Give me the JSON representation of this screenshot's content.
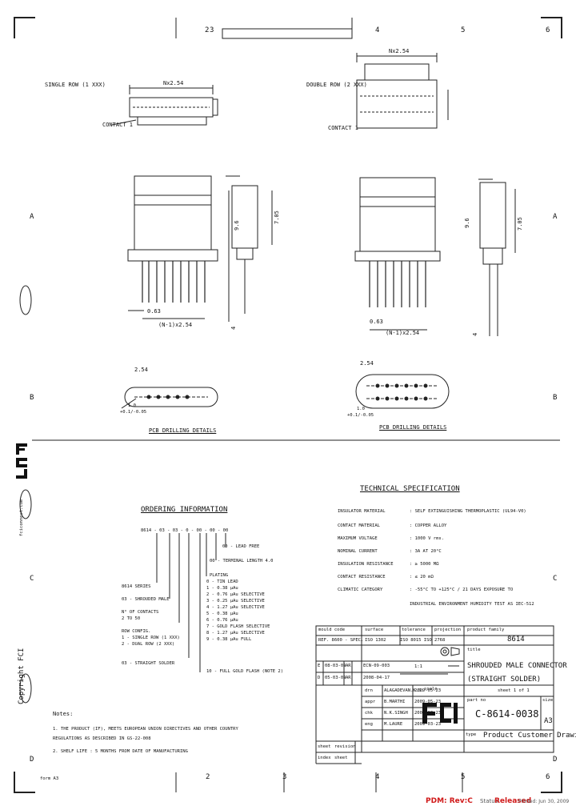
{
  "frame": {
    "top_numbers": [
      "2",
      "3",
      "4",
      "5",
      "6"
    ],
    "bottom_numbers": [
      "2",
      "3",
      "4",
      "5",
      "6"
    ],
    "left_letters": [
      "A",
      "B",
      "C",
      "D"
    ],
    "right_letters": [
      "A",
      "B",
      "C",
      "D"
    ],
    "vertical_brand": "fciconnect.com",
    "vertical_copyright": "Copyright FCI",
    "bottom_left_code": "form A3"
  },
  "drawing": {
    "single_row_label": "SINGLE ROW (1 XXX)",
    "double_row_label": "DOUBLE ROW (2 XXX)",
    "contact_1": "CONTACT 1",
    "dim_nx254": "Nx2.54",
    "dim_pitch": "(N-1)x2.54",
    "dim_063": "0.63",
    "dim_254": "2.54",
    "dim_height": "9.6",
    "dim_height2": "7.05",
    "dim_tail": "4",
    "pcb_label_1": "PCB DRILLING DETAILS",
    "pcb_label_2": "PCB DRILLING DETAILS",
    "hole_dim": "1.0",
    "hole_tol": "+0.1/-0.05"
  },
  "ordering": {
    "title": "ORDERING INFORMATION",
    "code": "8614 - 03 - 03 - 0 - 00 - 00 - 00",
    "items": [
      "8614 SERIES",
      "03 - SHROUDED MALE",
      "N° OF CONTACTS",
      "2 TO 50",
      "ROW CONFIG.",
      "1 - SINGLE ROW (1 XXX)",
      "2 - DUAL ROW (2 XXX)",
      "03 - STRAIGHT SOLDER"
    ],
    "plating_title": "PLATING",
    "plating": [
      "0 - TIN LEAD",
      "1 - 0.38 μAu",
      "2 - 0.76 μAu SELECTIVE",
      "3 - 0.25 μAu SELECTIVE",
      "4 - 1.27 μAu SELECTIVE",
      "5 - 0.38 μAu",
      "6 - 0.76 μAu",
      "7 - GOLD FLASH SELECTIVE",
      "8 - 1.27 μAu SELECTIVE",
      "9 - 0.38 μAu FULL",
      "10 - FULL GOLD FLASH (NOTE 2)"
    ],
    "lead_free": "00 - LEAD FREE",
    "terminal_length": "00 - TERMINAL LENGTH 4.0"
  },
  "tech_spec": {
    "title": "TECHNICAL SPECIFICATION",
    "rows": [
      {
        "label": "INSULATOR  MATERIAL",
        "value": ": SELF EXTINGUISHING THERMOPLASTIC (UL94-V0)"
      },
      {
        "label": "CONTACT  MATERIAL",
        "value": ": COPPER ALLOY"
      },
      {
        "label": "MAXIMUM VOLTAGE",
        "value": ": 1000 V rms."
      },
      {
        "label": "NOMINAL CURRENT",
        "value": ": 3A AT 20°C"
      },
      {
        "label": "INSULATION RESISTANCE",
        "value": ": ≥ 5000 MΩ"
      },
      {
        "label": "CONTACT  RESISTANCE",
        "value": ": ≤ 20 mΩ"
      },
      {
        "label": "CLIMATIC CATEGORY",
        "value": ": -55°C TO +125°C / 21 DAYS EXPOSURE TO"
      },
      {
        "label": "",
        "value": "INDUSTRIAL ENVIRONMENT HUMIDITY TEST AS IEC-512"
      }
    ]
  },
  "title_block": {
    "mould_code": "mould  code",
    "mould_value": "REF. 8600 - SPEC.",
    "surface": "surface",
    "surface_value": "ISO 1302",
    "tolerance": "tolerance",
    "tolerance_value": "ISO 8015 ISO 2768",
    "projection": "projection",
    "product_family_label": "product  family",
    "product_family": "8614",
    "title_label": "title",
    "title_line1": "SHROUDED MALE CONNECTOR",
    "title_line2": "(STRAIGHT SOLDER)",
    "scale_label": "scale",
    "part_no_label": "part  no",
    "part_no": "C-8614-0038",
    "sheet_label": "sheet  1  of  1",
    "size_label": "size",
    "size_value": "A3",
    "type_label": "type",
    "type_value": "Product  Customer  Drawing",
    "rev_rows": [
      {
        "rev": "E",
        "date": "08-03-09",
        "ecn": "AR",
        "desc": "ECN-09-003"
      },
      {
        "rev": "D",
        "date": "05-03-09",
        "ecn": "AR",
        "desc": "2008-04-17"
      }
    ],
    "sign_rows": [
      {
        "role": "drn",
        "name": "ALAGADEVAN.K.S.",
        "date": "2009-05-23"
      },
      {
        "role": "appr",
        "name": "B.MARTHI",
        "date": "2009-05-23"
      },
      {
        "role": "chk",
        "name": "N.K.SINGH",
        "date": "2009-03-23"
      },
      {
        "role": "eng",
        "name": "M.LAURE",
        "date": "2009-03-23"
      }
    ],
    "sheet_label2": "sheet",
    "revision_label": "revision",
    "index_label": "index",
    "sheet_label3": "sheet",
    "dim_label": "1:1"
  },
  "notes": {
    "title": "Notes:",
    "items": [
      "1. THE PRODUCT (IF), MEETS EUROPEAN UNION DIRECTIVES AND OTHER COUNTRY",
      "   REGULATIONS AS DESCRIBED IN GS-22-008",
      "2. SHELF LIFE : 5 MONTHS FROM DATE OF MANUFACTURING"
    ]
  },
  "footer": {
    "pdm": "PDM: Rev:C",
    "status_prefix": "Status:",
    "status_value": "Released",
    "printed": "Printed: Jun 30, 2009"
  },
  "colors": {
    "pdm_red": "#d01818",
    "line": "#222222"
  }
}
